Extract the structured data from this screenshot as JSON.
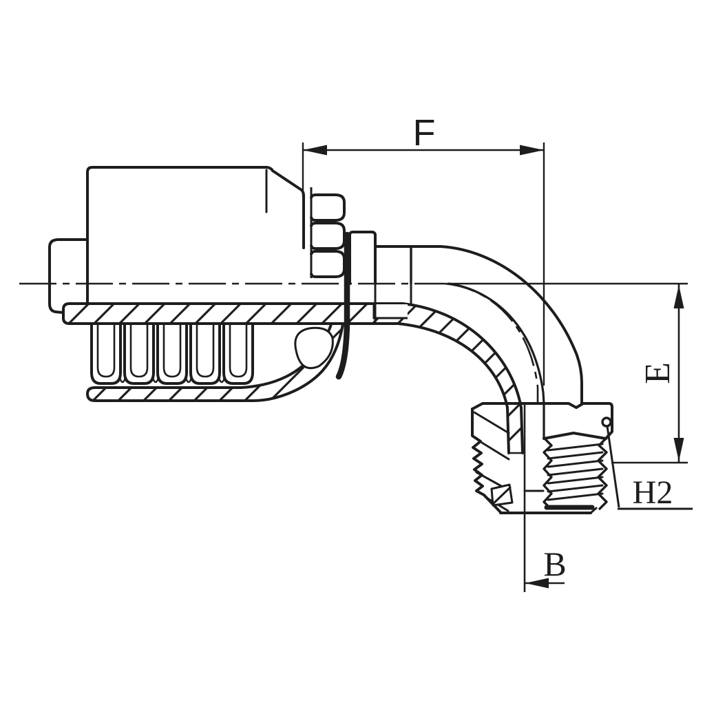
{
  "drawing": {
    "background_color": "#ffffff",
    "line_color": "#1d1d1d",
    "labels": {
      "length_dim": "F",
      "height_dim": "E",
      "thread_ref": "H2",
      "offset_dim": "B"
    }
  }
}
